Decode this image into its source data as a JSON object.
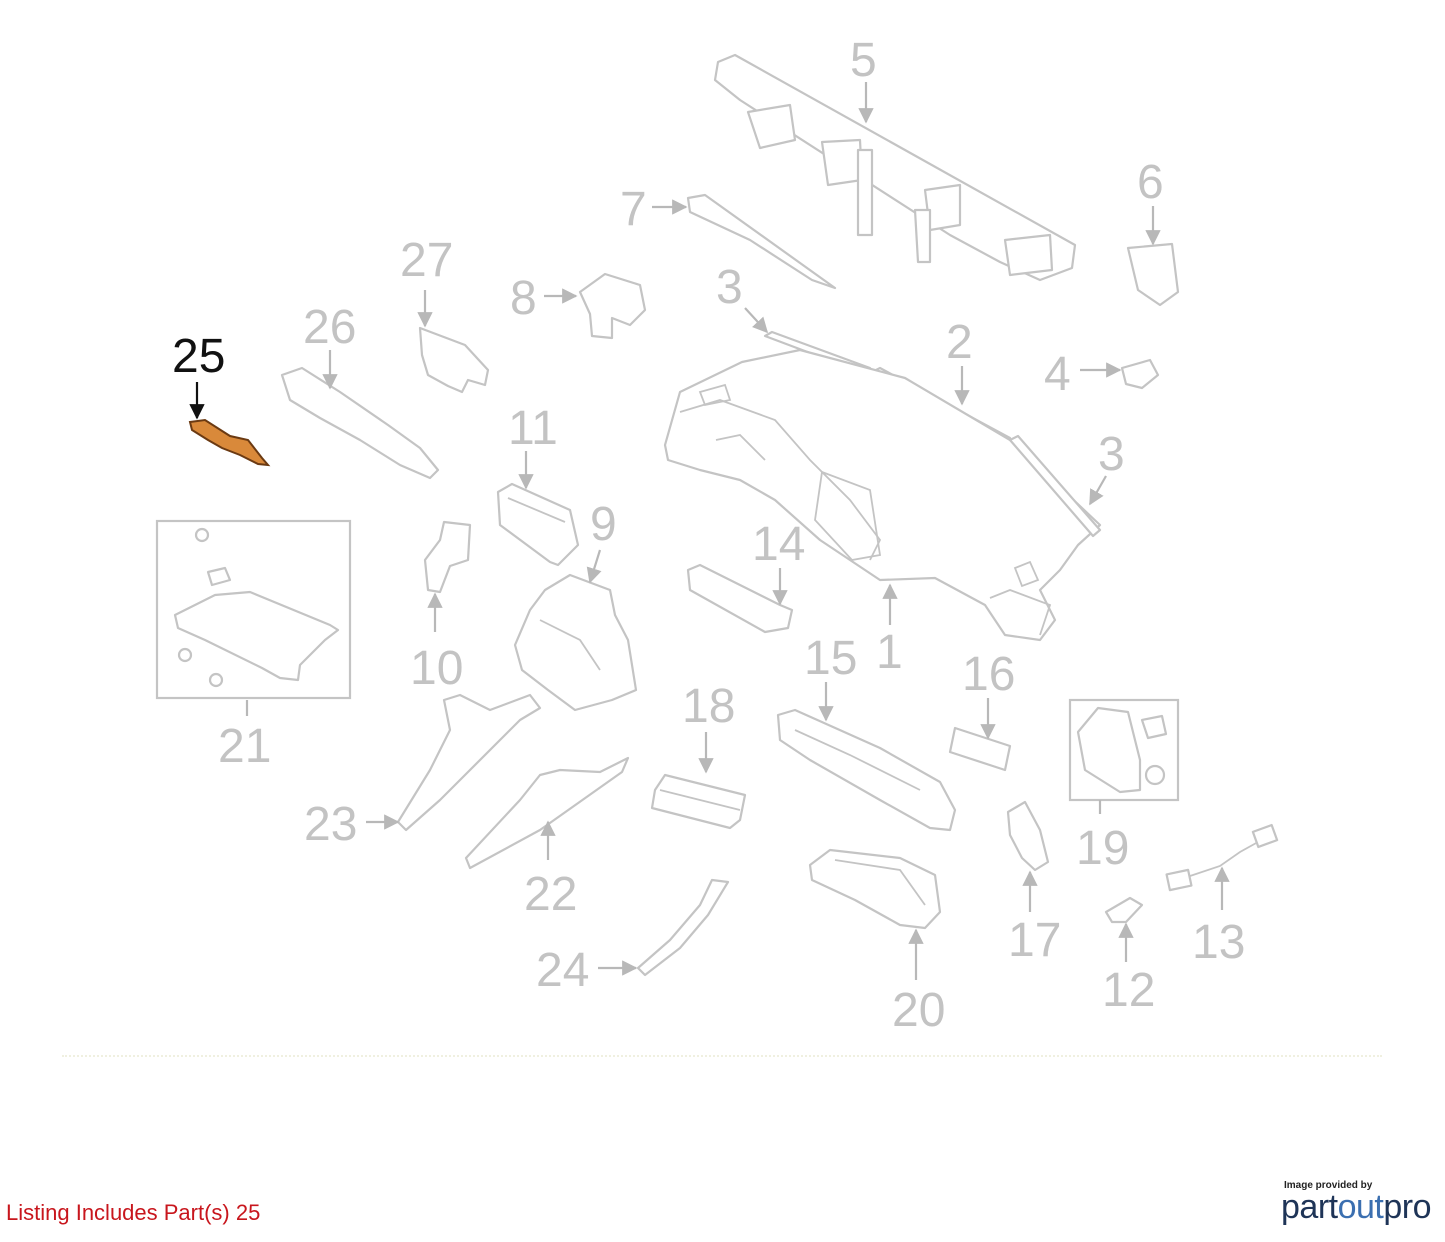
{
  "labels": {
    "p1": "1",
    "p2": "2",
    "p3a": "3",
    "p3b": "3",
    "p4": "4",
    "p5": "5",
    "p6": "6",
    "p7": "7",
    "p8": "8",
    "p9": "9",
    "p10": "10",
    "p11": "11",
    "p12": "12",
    "p13": "13",
    "p14": "14",
    "p15": "15",
    "p16": "16",
    "p17": "17",
    "p18": "18",
    "p19": "19",
    "p20": "20",
    "p21": "21",
    "p22": "22",
    "p23": "23",
    "p24": "24",
    "p25": "25",
    "p26": "26",
    "p27": "27"
  },
  "highlighted_part": "25",
  "colors": {
    "highlight_fill": "#d9893a",
    "line_gray": "#c4c4c4",
    "listing_red": "#c8161d"
  },
  "footer": {
    "listing_text": "Listing Includes Part(s) 25",
    "credit_text": "Image provided by",
    "logo_part1": "part",
    "logo_part2": "out",
    "logo_part3": "pro"
  }
}
